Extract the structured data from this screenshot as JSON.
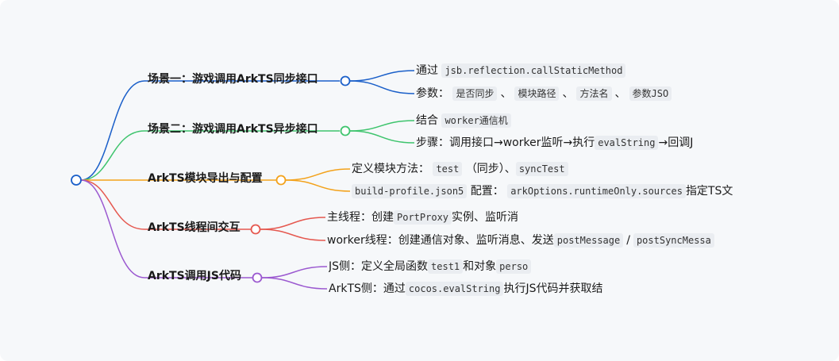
{
  "colors": {
    "blue": "#1a5fc9",
    "green": "#3ec46d",
    "orange": "#f3a21b",
    "red": "#e5584f",
    "purple": "#9b59d0"
  },
  "branches": [
    {
      "title": "场景一：游戏调用ArkTS同步接口",
      "leaves": [
        {
          "a": "通过",
          "code1": "jsb.reflection.callStaticMethod"
        },
        {
          "a": "参数：",
          "code1": "是否同步",
          "s1": "、",
          "code2": "模块路径",
          "s2": "、",
          "code3": "方法名",
          "s3": "、",
          "code4": "参数JSO"
        }
      ]
    },
    {
      "title": "场景二：游戏调用ArkTS异步接口",
      "leaves": [
        {
          "a": "结合",
          "code1": "worker通信机"
        },
        {
          "a": "步骤：调用接口→worker监听→执行",
          "code1": "evalString",
          "b": "→回调J"
        }
      ]
    },
    {
      "title": "ArkTS模块导出与配置",
      "leaves": [
        {
          "a": "定义模块方法：",
          "code1": "test",
          "b": "（同步）、",
          "code2": "syncTest"
        },
        {
          "code1": "build-profile.json5",
          "a": "配置：",
          "code2": "arkOptions.runtimeOnly.sources",
          "b": "指定TS文"
        }
      ]
    },
    {
      "title": "ArkTS线程间交互",
      "leaves": [
        {
          "a": "主线程：创建",
          "code1": "PortProxy",
          "b": "实例、监听消"
        },
        {
          "a": "worker线程：创建通信对象、监听消息、发送",
          "code1": "postMessage",
          "b": "/",
          "code2": "postSyncMessa"
        }
      ]
    },
    {
      "title": "ArkTS调用JS代码",
      "leaves": [
        {
          "a": "JS侧：定义全局函数",
          "code1": "test1",
          "b": "和对象",
          "code2": "perso"
        },
        {
          "a": "ArkTS侧：通过",
          "code1": "cocos.evalString",
          "b": "执行JS代码并获取结"
        }
      ]
    }
  ]
}
